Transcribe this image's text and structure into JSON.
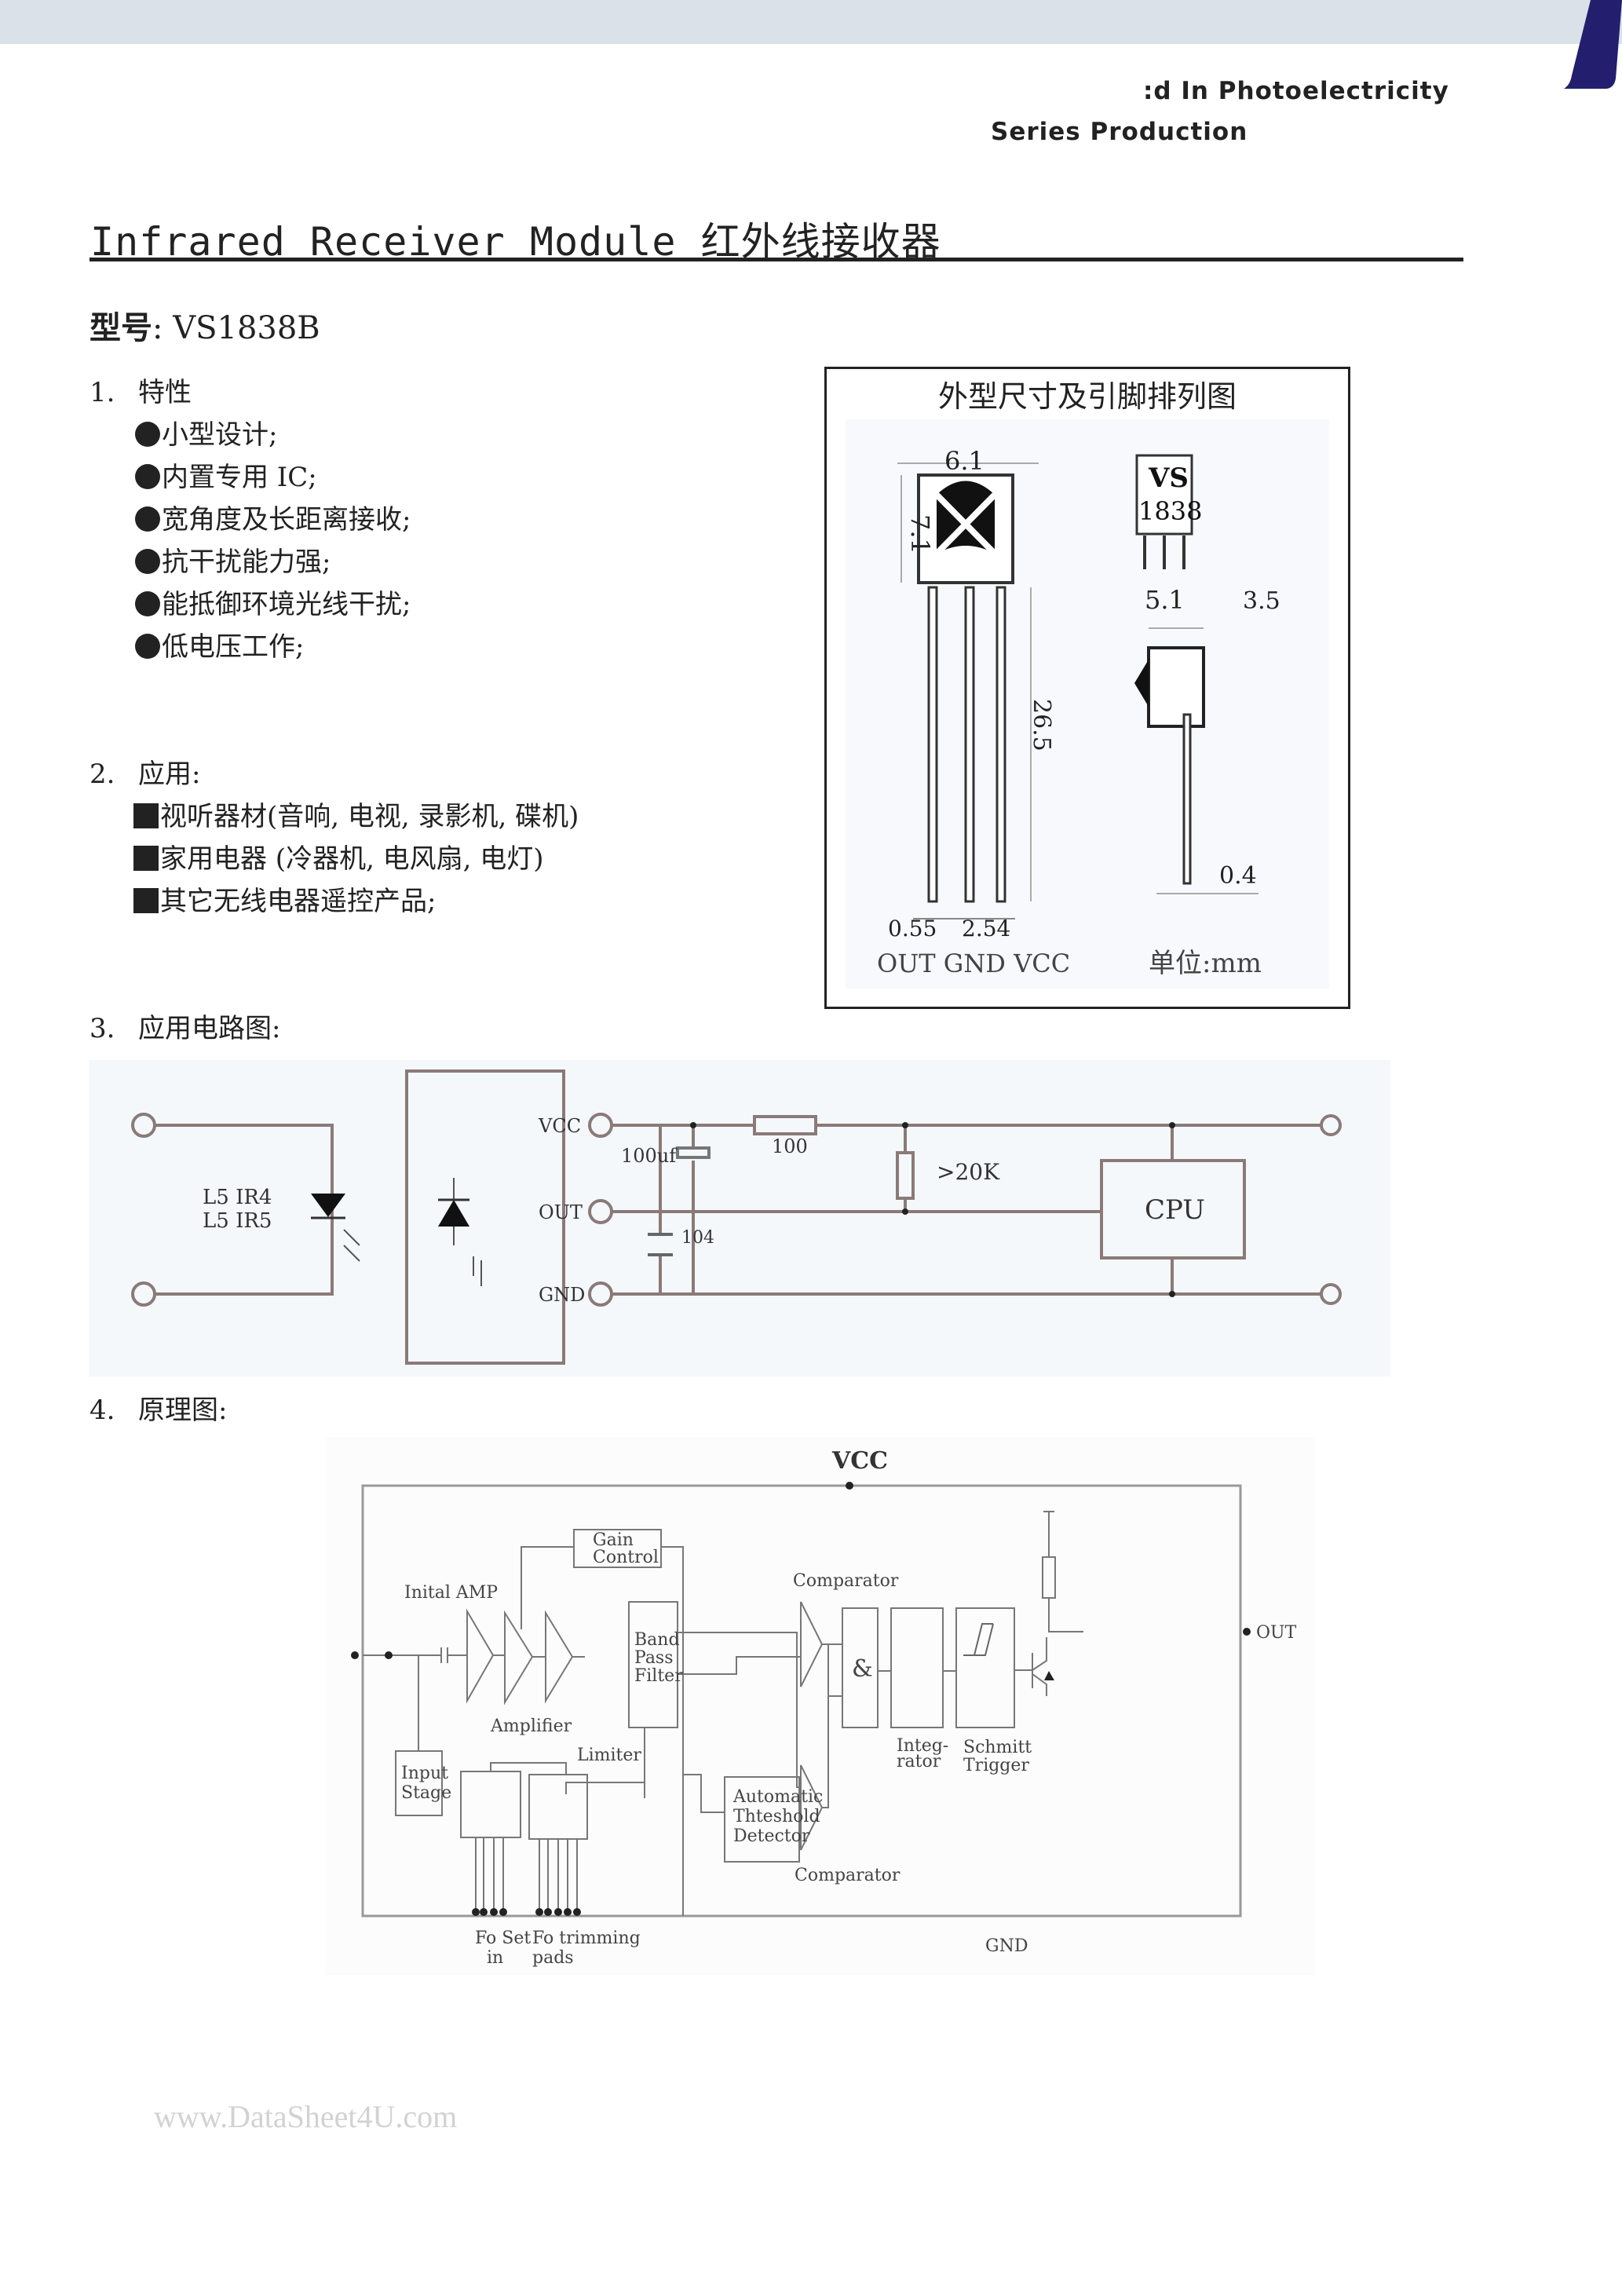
{
  "header": {
    "line1": ":d In Photoelectricity",
    "line2": "Series Production",
    "brand_color": "#231f6e",
    "band_color": "#dae1e8"
  },
  "title": "Infrared Receiver Module 红外线接收器",
  "model": {
    "label": "型号",
    "sep": ":",
    "value": "VS1838B"
  },
  "sections": {
    "features": {
      "num": "1.",
      "heading": "特性",
      "items": [
        "小型设计;",
        "内置专用 IC;",
        "宽角度及长距离接收;",
        "抗干扰能力强;",
        "能抵御环境光线干扰;",
        "低电压工作;"
      ]
    },
    "applications": {
      "num": "2.",
      "heading": "应用:",
      "items": [
        "视听器材(音响, 电视, 录影机, 碟机)",
        "家用电器 (冷器机, 电风扇, 电灯)",
        "其它无线电器遥控产品;"
      ]
    },
    "circuit": {
      "num": "3.",
      "heading": "应用电路图:"
    },
    "principle": {
      "num": "4.",
      "heading": "原理图:"
    }
  },
  "dimension_figure": {
    "caption": "外型尺寸及引脚排列图",
    "front_width": "6.1",
    "front_height": "7.1",
    "lead_length": "26.5",
    "marking_line1": "VS",
    "marking_line2": "1838",
    "side_width": "5.1",
    "side_depth": "3.5",
    "lead_thickness": "0.4",
    "lead_width": "0.55",
    "pitch": "2.54",
    "pins": "OUT GND VCC",
    "unit": "单位:mm"
  },
  "app_circuit": {
    "led_label1": "L5  IR4",
    "led_label2": "L5  IR5",
    "pin_vcc": "VCC",
    "pin_out": "OUT",
    "pin_gnd": "GND",
    "cap_electrolytic": "100uf",
    "cap_ceramic": "104",
    "resistor_series": "100",
    "resistor_pullup": ">20K",
    "cpu": "CPU"
  },
  "block_diagram": {
    "vcc": "VCC",
    "gnd": "GND",
    "out": "OUT",
    "initial_amp": "Inital AMP",
    "amplifier": "Amplifier",
    "limiter": "Limiter",
    "gain_control": [
      "Gain",
      "Control"
    ],
    "band_pass": [
      "Band",
      "Pass",
      "Filter"
    ],
    "comparator_top": "Comparator",
    "comparator_bottom": "Comparator",
    "and_gate": "&",
    "integrator": [
      "Integ-",
      "rator"
    ],
    "schmitt": [
      "Schmitt",
      "Trigger"
    ],
    "input_stage": [
      "Input",
      "Stage"
    ],
    "threshold": [
      "Automatic",
      "Thteshold",
      "Detector"
    ],
    "fo_set": [
      "Fo Set",
      "in"
    ],
    "fo_trim": [
      "Fo trimming",
      "pads"
    ]
  },
  "watermark": "www.DataSheet4U.com"
}
